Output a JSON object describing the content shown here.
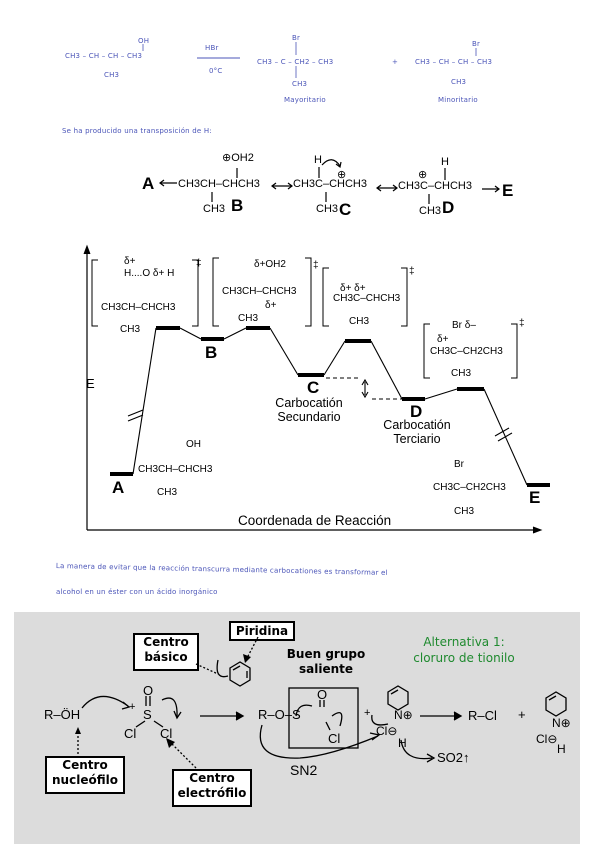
{
  "top_reaction": {
    "oh": "OH",
    "reactant": "CH3 – CH – CH – CH3",
    "reactant_methyl": "CH3",
    "reagent": "HBr",
    "condition": "0°C",
    "br1": "Br",
    "product_major": "CH3 – C – CH2 – CH3",
    "product_major_methyl": "CH3",
    "plus": "+",
    "br2": "Br",
    "product_minor": "CH3 – CH – CH – CH3",
    "product_minor_methyl": "CH3",
    "major_label": "Mayoritario",
    "minor_label": "Minoritario"
  },
  "note_transposition": "Se ha producido una transposición de H:",
  "mechanism": {
    "A": "A",
    "B": "B",
    "C": "C",
    "D": "D",
    "E": "E",
    "B_oh2": "⊕OH2",
    "B_chain": "CH3CH–CHCH3",
    "B_methyl": "CH3",
    "C_h": "H",
    "C_plus": "⊕",
    "C_chain": "CH3C–CHCH3",
    "C_methyl": "CH3",
    "D_h": "H",
    "D_plus": "⊕",
    "D_chain": "CH3C–CHCH3",
    "D_methyl": "CH3"
  },
  "energy_diagram": {
    "axis_y": "E",
    "axis_x": "Coordenada de Reacción",
    "A": "A",
    "B": "B",
    "C": "C",
    "D": "D",
    "E": "E",
    "carbocation_secondary": [
      "Carbocatión",
      "Secundario"
    ],
    "carbocation_tertiary": [
      "Carbocatión",
      "Terciario"
    ],
    "ts1_top": "δ+",
    "ts1_mid": "H....O δ+ H",
    "ts1_chain": "CH3CH–CHCH3",
    "ts1_methyl": "CH3",
    "ts2_top": "δ+OH2",
    "ts2_chain": "CH3CH–CHCH3",
    "ts2_bottom": "δ+",
    "ts2_methyl": "CH3",
    "ts3_chain": "CH3C–CHCH3",
    "ts3_marks": "δ+ δ+",
    "ts3_methyl": "CH3",
    "ts4_top": "Br δ–",
    "ts4_chain": "CH3C–CH2CH3",
    "ts4_marks": "δ+",
    "ts4_methyl": "CH3",
    "dagger": "‡",
    "A_oh": "OH",
    "A_chain": "CH3CH–CHCH3",
    "A_methyl": "CH3",
    "E_br": "Br",
    "E_chain": "CH3C–CH2CH3",
    "E_methyl": "CH3"
  },
  "note_ester": [
    "La manera de evitar que la reacción transcurra mediante carbocationes es transformar el",
    "alcohol en un éster con un ácido inorgánico"
  ],
  "thionyl": {
    "title": [
      "Alternativa 1:",
      "cloruro de tionilo"
    ],
    "box_centro_basico": [
      "Centro",
      "básico"
    ],
    "box_piridina": "Piridina",
    "buen_grupo": [
      "Buen grupo",
      "saliente"
    ],
    "box_nucleofilo": [
      "Centro",
      "nucleófilo"
    ],
    "box_electrofilo": [
      "Centro",
      "electrófilo"
    ],
    "roh": "R–ÖH",
    "plus1": "+",
    "o_top": "O",
    "s1": "S",
    "cl1": "Cl",
    "cl2": "Cl",
    "r_oso": "R–O–S",
    "o2": "O",
    "cl3": "Cl",
    "plus2": "+",
    "n_plus": "N⊕",
    "cl_minus": "Cl⊖",
    "h": "H",
    "sn2": "SN2",
    "rcl": "R–Cl",
    "plus3": "+",
    "so2": "SO2↑",
    "n_plus2": "N⊕",
    "cl_minus2": "Cl⊖",
    "h2": "H"
  }
}
